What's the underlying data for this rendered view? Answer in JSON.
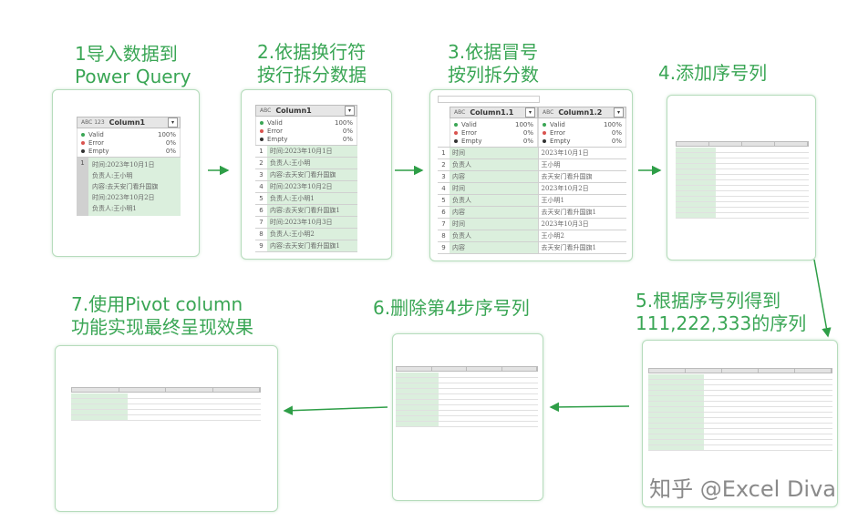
{
  "steps": [
    {
      "line1": "1导入数据到",
      "line2": "Power Query"
    },
    {
      "line1": "2.依据换行符",
      "line2": "按行拆分数据"
    },
    {
      "line1": "3.依据冒号",
      "line2": "按列拆分数"
    },
    {
      "line1": "4.添加序号列",
      "line2": ""
    },
    {
      "line1": "5.根据序号列得到",
      "line2": "111,222,333的序列"
    },
    {
      "line1": "6.删除第4步序号列",
      "line2": ""
    },
    {
      "line1": "7.使用Pivot column",
      "line2": "功能实现最终呈现效果"
    }
  ],
  "stats": {
    "valid": "Valid",
    "error": "Error",
    "empty": "Empty"
  },
  "panel1": {
    "column": "Column1",
    "type": "ABC 123",
    "valid_pct": "100%",
    "error_pct": "0%",
    "empty_pct": "0%",
    "row_no": "1",
    "cell_lines": [
      "时间:2023年10月1日",
      "负责人:王小明",
      "内容:去天安门看升国旗",
      "时间:2023年10月2日",
      "负责人:王小明1"
    ]
  },
  "panel2": {
    "column": "Column1",
    "type": "ABC",
    "valid_pct": "100%",
    "error_pct": "0%",
    "empty_pct": "0%",
    "rows": [
      {
        "n": "1",
        "v": "时间:2023年10月1日"
      },
      {
        "n": "2",
        "v": "负责人:王小明"
      },
      {
        "n": "3",
        "v": "内容:去天安门看升国旗"
      },
      {
        "n": "4",
        "v": "时间:2023年10月2日"
      },
      {
        "n": "5",
        "v": "负责人:王小明1"
      },
      {
        "n": "6",
        "v": "内容:去天安门看升国旗1"
      },
      {
        "n": "7",
        "v": "时间:2023年10月3日"
      },
      {
        "n": "8",
        "v": "负责人:王小明2"
      },
      {
        "n": "9",
        "v": "内容:去天安门看升国旗1"
      }
    ]
  },
  "panel3": {
    "col1": "Column1.1",
    "col2": "Column1.2",
    "type": "ABC",
    "valid_pct": "100%",
    "error_pct": "0%",
    "empty_pct": "0%",
    "rows": [
      {
        "n": "1",
        "a": "时间",
        "b": "2023年10月1日"
      },
      {
        "n": "2",
        "a": "负责人",
        "b": "王小明"
      },
      {
        "n": "3",
        "a": "内容",
        "b": "去天安门看升国旗"
      },
      {
        "n": "4",
        "a": "时间",
        "b": "2023年10月2日"
      },
      {
        "n": "5",
        "a": "负责人",
        "b": "王小明1"
      },
      {
        "n": "6",
        "a": "内容",
        "b": "去天安门看升国旗1"
      },
      {
        "n": "7",
        "a": "时间",
        "b": "2023年10月3日"
      },
      {
        "n": "8",
        "a": "负责人",
        "b": "王小明2"
      },
      {
        "n": "9",
        "a": "内容",
        "b": "去天安门看升国旗1"
      }
    ]
  },
  "watermark": "知乎 @Excel Diva"
}
